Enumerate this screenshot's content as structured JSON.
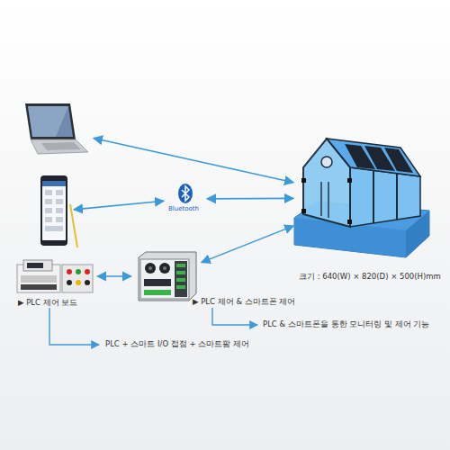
{
  "diagram": {
    "nodes": [
      {
        "text": []
      },
      {
        "text": [
          "크기 : 640(W) × 820(D) × 500(H)mm"
        ]
      },
      {
        "text": []
      },
      {
        "text": [
          "Bluetooth"
        ]
      },
      {
        "text": [
          "▶ PLC 제어 보드"
        ]
      },
      {
        "text": [
          "▶ PLC 제어 & 스마트폰 제어"
        ]
      }
    ],
    "edges": [
      {
        "from": 0,
        "to": 1,
        "arrow": "both"
      },
      {
        "from": 2,
        "to": 3,
        "arrow": "both"
      },
      {
        "from": 3,
        "to": 1,
        "arrow": "both"
      },
      {
        "from": 4,
        "to": 5,
        "arrow": "both"
      },
      {
        "from": 5,
        "to": 1,
        "arrow": "both"
      }
    ],
    "labels": [
      "PLC & 스마트폰을 통한 모니터링 및 제어 기능",
      "PLC + 스마트 I/O 접점 + 스마트팜 제어"
    ]
  }
}
